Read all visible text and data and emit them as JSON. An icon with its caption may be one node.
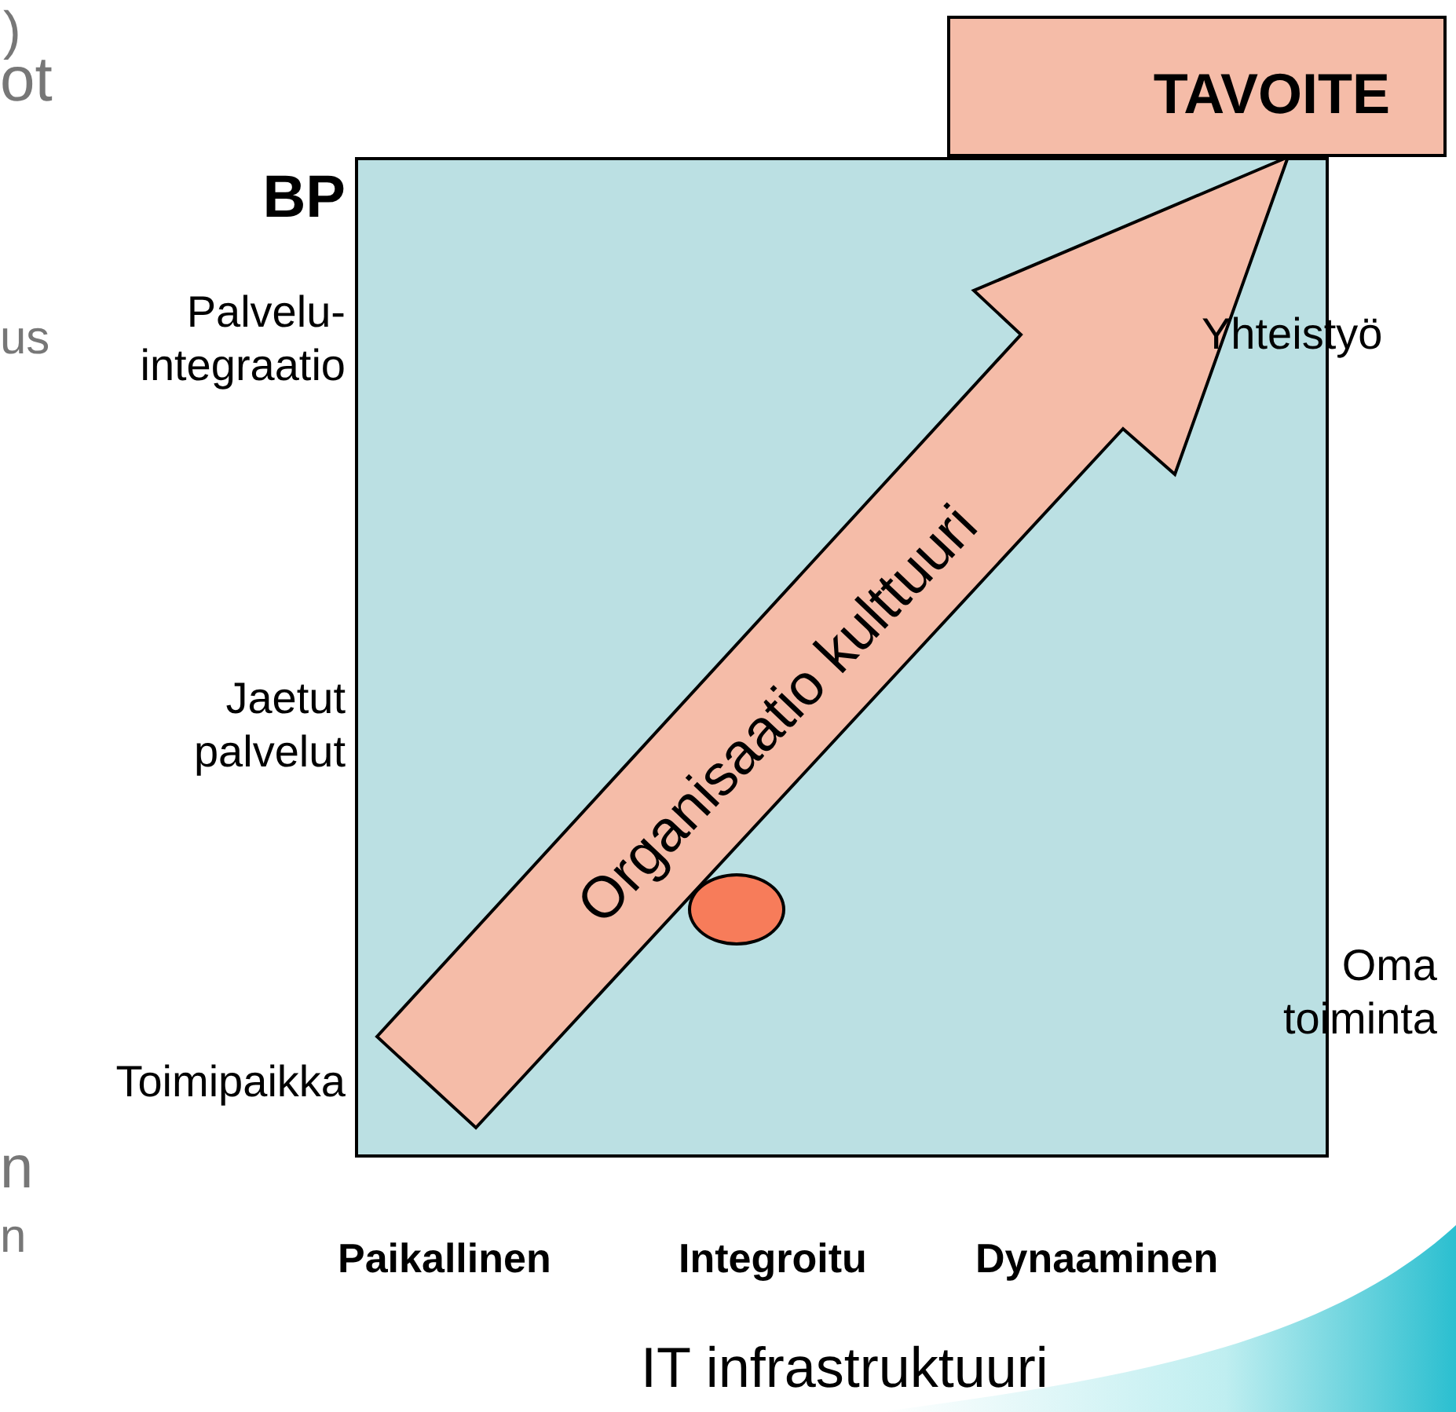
{
  "diagram": {
    "nodes": [
      {
        "text": [],
        "shape": "box"
      },
      {
        "text": [
          "TAVOITE"
        ]
      },
      {
        "text": [],
        "shape": "circle",
        "in": 0
      }
    ],
    "edges": [
      {
        "from": null,
        "to": 1,
        "arrow": "to",
        "label": "Organisaatio kulttuuri",
        "style": "thick"
      }
    ],
    "labels": [
      ")",
      "ot",
      "BP",
      "Palvelu- integraatio",
      "us",
      "Yhteistyö",
      "Jaetut palvelut",
      "Oma toiminta",
      "Toimipaikka",
      "n",
      "n",
      "Paikallinen",
      "Integroitu",
      "Dynaaminen",
      "IT infrastruktuuri"
    ]
  }
}
